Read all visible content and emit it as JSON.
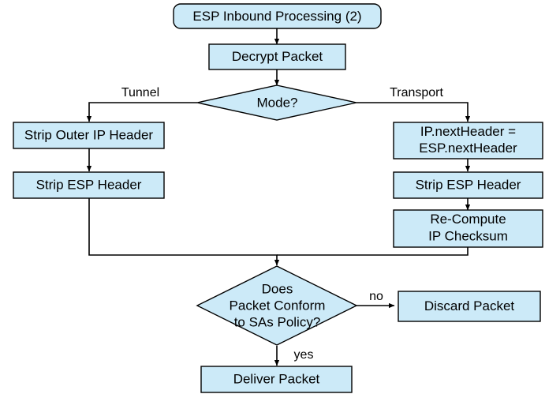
{
  "diagram": {
    "title": "ESP Inbound Processing (2)",
    "colors": {
      "node_fill": "#cceaf8",
      "node_stroke": "#000000",
      "connector": "#000000",
      "background": "#ffffff",
      "text": "#000000"
    },
    "nodes": {
      "start": {
        "label": "ESP Inbound Processing (2)",
        "shape": "rounded-rectangle"
      },
      "decrypt": {
        "label": "Decrypt Packet",
        "shape": "rectangle"
      },
      "mode_decision": {
        "label": "Mode?",
        "shape": "diamond"
      },
      "strip_outer_ip": {
        "label": "Strip Outer IP Header",
        "shape": "rectangle"
      },
      "strip_esp_left": {
        "label": "Strip ESP Header",
        "shape": "rectangle"
      },
      "next_header": {
        "line1": "IP.nextHeader =",
        "line2": "ESP.nextHeader",
        "shape": "rectangle"
      },
      "strip_esp_right": {
        "label": "Strip ESP Header",
        "shape": "rectangle"
      },
      "recompute": {
        "line1": "Re-Compute",
        "line2": "IP Checksum",
        "shape": "rectangle"
      },
      "conform_decision": {
        "line1": "Does",
        "line2": "Packet Conform",
        "line3": "to SAs Policy?",
        "shape": "diamond"
      },
      "discard": {
        "label": "Discard Packet",
        "shape": "rectangle"
      },
      "deliver": {
        "label": "Deliver Packet",
        "shape": "rectangle"
      }
    },
    "edge_labels": {
      "tunnel": "Tunnel",
      "transport": "Transport",
      "no": "no",
      "yes": "yes"
    }
  }
}
